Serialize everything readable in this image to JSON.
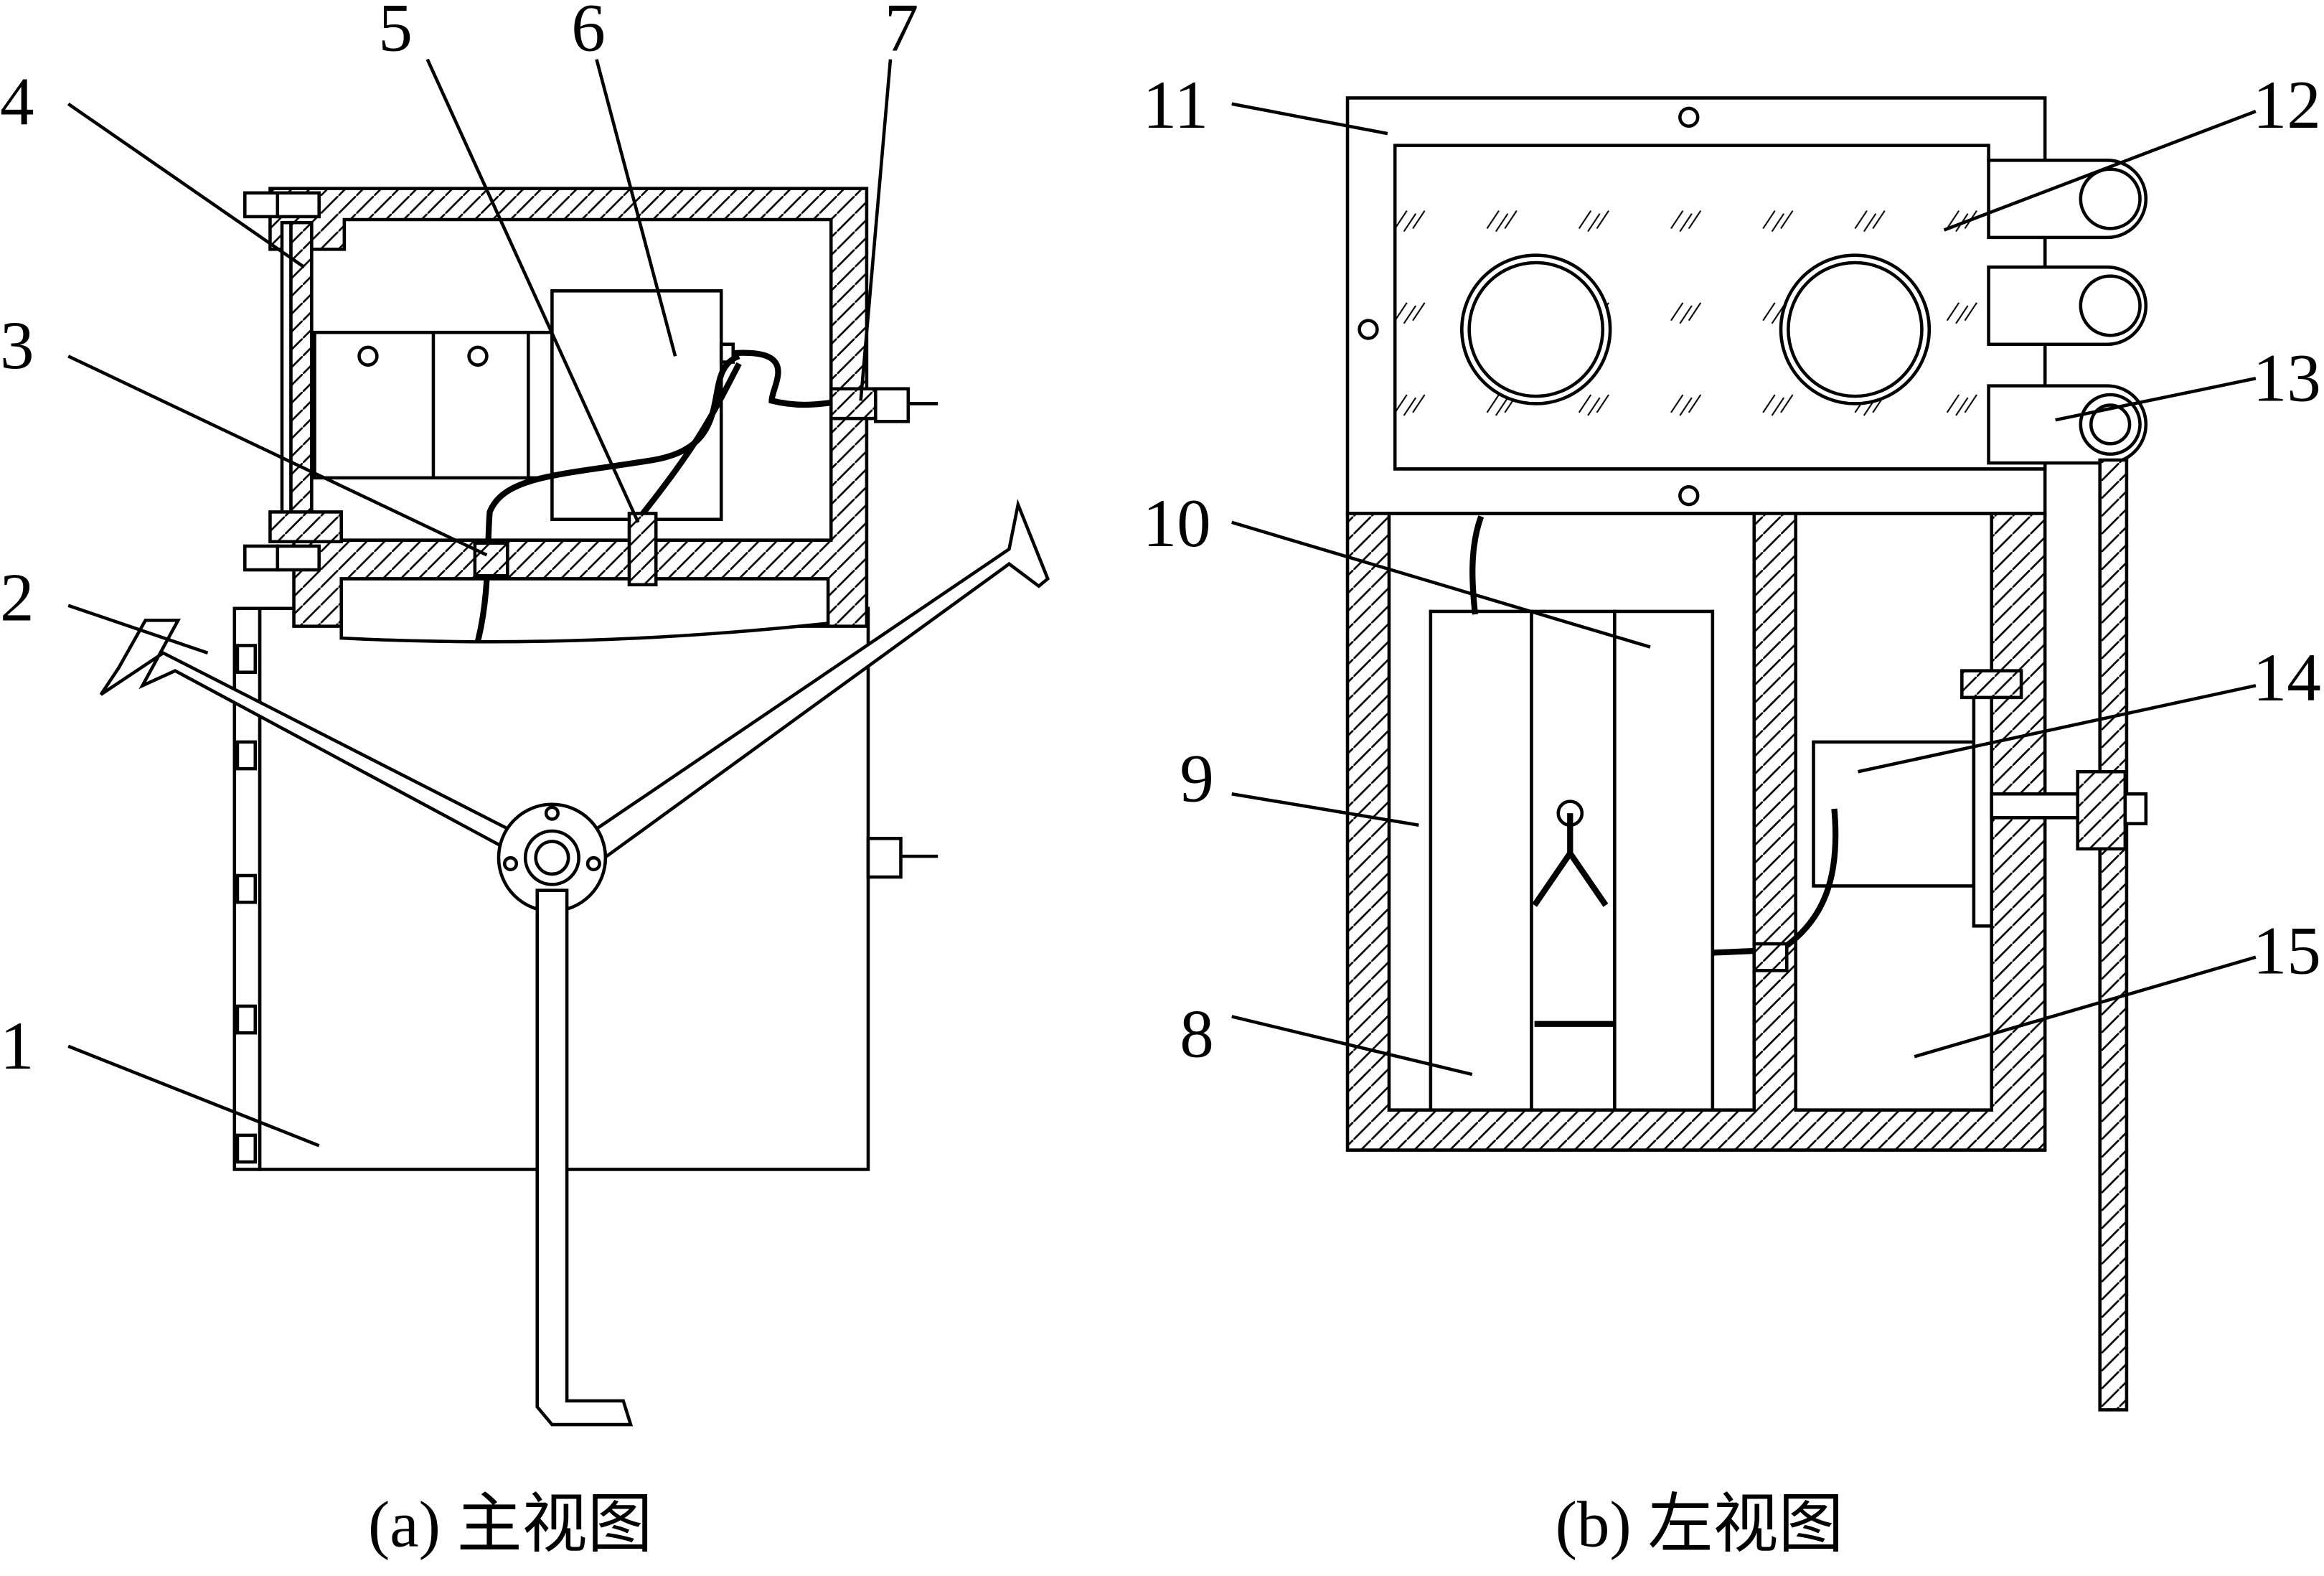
{
  "figure": {
    "captions": {
      "a": "(a)  主视图",
      "b": "(b)  左视图"
    },
    "part_labels": {
      "p1": "1",
      "p2": "2",
      "p3": "3",
      "p4": "4",
      "p5": "5",
      "p6": "6",
      "p7": "7",
      "p8": "8",
      "p9": "9",
      "p10": "10",
      "p11": "11",
      "p12": "12",
      "p13": "13",
      "p14": "14",
      "p15": "15"
    },
    "colors": {
      "line": "#000000",
      "background": "#ffffff"
    }
  }
}
